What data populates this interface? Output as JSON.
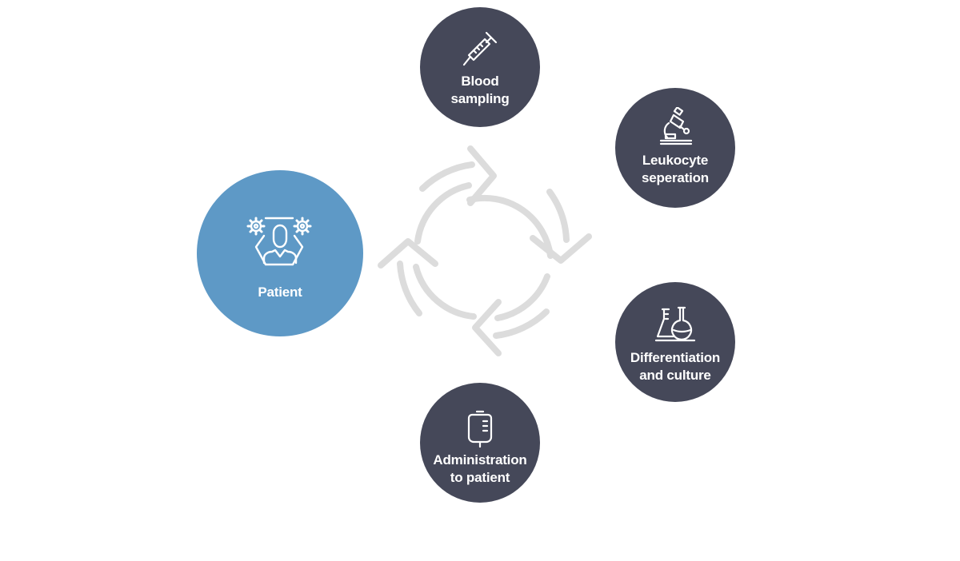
{
  "diagram": {
    "center_node": {
      "label": "Patient",
      "icon": "patient-gears-icon"
    },
    "steps": [
      {
        "label_line1": "Blood",
        "label_line2": "sampling",
        "icon": "syringe-icon"
      },
      {
        "label_line1": "Leukocyte",
        "label_line2": "seperation",
        "icon": "microscope-icon"
      },
      {
        "label_line1": "Differentiation",
        "label_line2": "and culture",
        "icon": "flasks-icon"
      },
      {
        "label_line1": "Administration",
        "label_line2": "to patient",
        "icon": "iv-bag-icon"
      }
    ],
    "colors": {
      "step_fill": "#454859",
      "patient_fill": "#5e99c6",
      "cycle_arrows": "#dcdcdc",
      "text": "#ffffff"
    }
  }
}
